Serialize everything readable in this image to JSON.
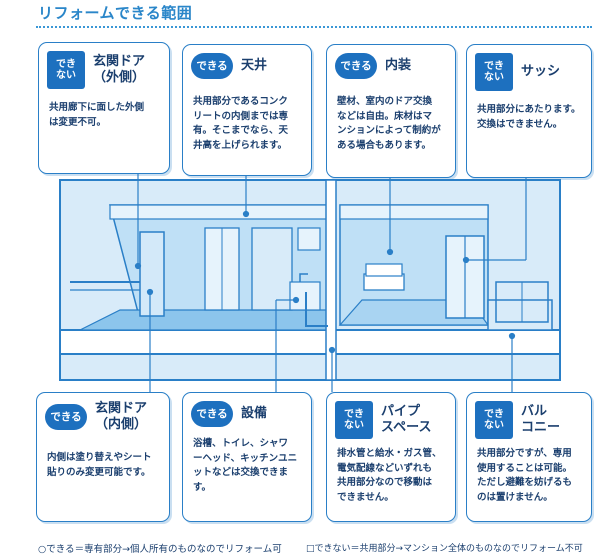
{
  "title": "リフォームできる範囲",
  "badges": {
    "can_l1": "でき",
    "can_l2": "る",
    "cannot_l1": "でき",
    "cannot_l2": "ない"
  },
  "cards": {
    "front_door_outside": {
      "badge": "cannot",
      "title_l1": "玄関ドア",
      "title_l2": "（外側）",
      "desc_l1": "共用廊下に面した外側",
      "desc_l2": "は変更不可。"
    },
    "ceiling": {
      "badge": "can",
      "title_l1": "天井",
      "desc_l1": "共用部分であるコンク",
      "desc_l2": "リートの内側までは専",
      "desc_l3": "有。そこまでなら、天",
      "desc_l4": "井高を上げられます。"
    },
    "interior": {
      "badge": "can",
      "title_l1": "内装",
      "desc_l1": "壁材、室内のドア交換",
      "desc_l2": "などは自由。床材はマ",
      "desc_l3": "ンションによって制約が",
      "desc_l4": "ある場合もあります。"
    },
    "sash": {
      "badge": "cannot",
      "title_l1": "サッシ",
      "desc_l1": "共用部分にあたります。",
      "desc_l2": "交換はできません。"
    },
    "front_door_inside": {
      "badge": "can",
      "title_l1": "玄関ドア",
      "title_l2": "（内側）",
      "desc_l1": "内側は塗り替えやシート",
      "desc_l2": "貼りのみ変更可能です。"
    },
    "equipment": {
      "badge": "can",
      "title_l1": "設備",
      "desc_l1": "浴槽、トイレ、シャワ",
      "desc_l2": "ーヘッド、キッチンユニ",
      "desc_l3": "ットなどは交換できま",
      "desc_l4": "す。"
    },
    "pipe_space": {
      "badge": "cannot",
      "title_l1": "パイプ",
      "title_l2": "スペース",
      "desc_l1": "排水管と給水・ガス管、",
      "desc_l2": "電気配線などいずれも",
      "desc_l3": "共用部分なので移動は",
      "desc_l4": "できません。"
    },
    "balcony": {
      "badge": "cannot",
      "title_l1": "バル",
      "title_l2": "コニー",
      "desc_l1": "共用部分ですが、専用",
      "desc_l2": "使用することは可能。",
      "desc_l3": "ただし避難を妨げるも",
      "desc_l4": "のは置けません。"
    }
  },
  "legend": {
    "can": "○できる＝専有部分→個人所有のものなのでリフォーム可",
    "cannot": "□できない＝共用部分→マンション全体のものなのでリフォーム不可"
  },
  "colors": {
    "accent": "#1d70bf",
    "title": "#2a86c9",
    "text": "#1b3f6e",
    "room_wall": "#a9d4f2",
    "room_floor": "#8cc5ec"
  }
}
